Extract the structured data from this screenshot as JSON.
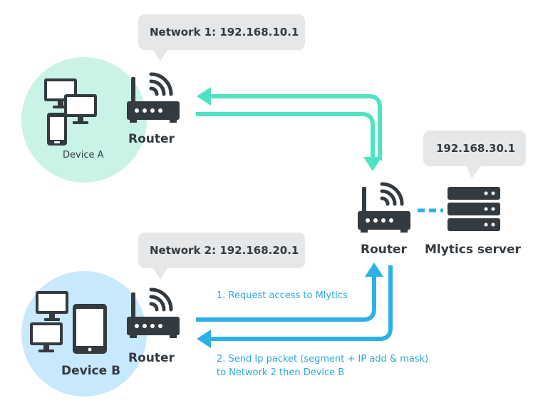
{
  "network_a": {
    "bubble": "Network 1: 192.168.10.1",
    "device_label": "Device A",
    "router_label": "Router"
  },
  "network_b": {
    "bubble": "Network 2: 192.168.20.1",
    "device_label": "Device B",
    "router_label": "Router"
  },
  "server_side": {
    "bubble": "192.168.30.1",
    "router_label": "Router",
    "server_label": "Mlytics server"
  },
  "steps": {
    "request": "1. Request access to Mlytics",
    "response_line1": "2. Send Ip packet (segment + IP add & mask)",
    "response_line2": "to Network 2 then Device B"
  },
  "colors": {
    "circle_a": "#c9f3e6",
    "circle_b": "#c7e9fb",
    "arrow_teal": "#4fe3c4",
    "arrow_blue": "#2db0e8",
    "bubble": "#e6e7e9",
    "icon_dark": "#333a40"
  },
  "icons": {
    "router": "router-icon",
    "server": "server-rack-icon",
    "monitor": "monitor-icon",
    "phone": "smartphone-icon",
    "tablet": "tablet-icon"
  }
}
